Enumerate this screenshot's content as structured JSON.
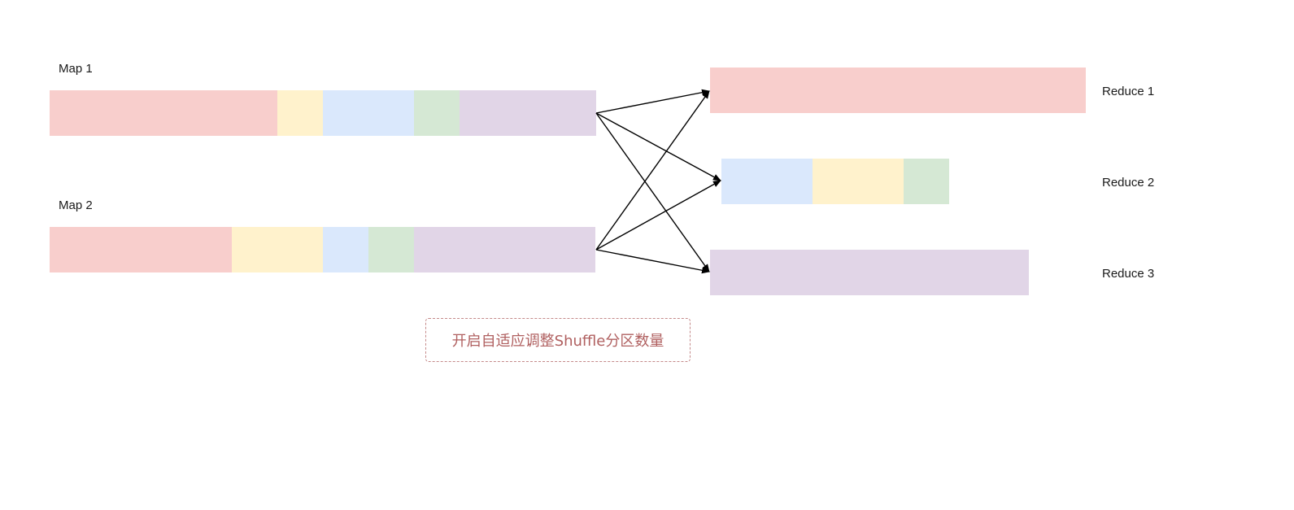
{
  "colors": {
    "red": "#f8cecc",
    "yellow": "#fff2cc",
    "blue": "#dae8fc",
    "green": "#d5e8d4",
    "purple": "#e1d5e7",
    "arrow": "#000000",
    "note_border": "#c58a8a",
    "note_text": "#b06060"
  },
  "maps": [
    {
      "label": "Map 1",
      "segments": [
        {
          "color": "red",
          "share": 0.417
        },
        {
          "color": "yellow",
          "share": 0.083
        },
        {
          "color": "blue",
          "share": 0.167
        },
        {
          "color": "green",
          "share": 0.083
        },
        {
          "color": "purple",
          "share": 0.25
        }
      ]
    },
    {
      "label": "Map 2",
      "segments": [
        {
          "color": "red",
          "share": 0.333
        },
        {
          "color": "yellow",
          "share": 0.167
        },
        {
          "color": "blue",
          "share": 0.083
        },
        {
          "color": "green",
          "share": 0.083
        },
        {
          "color": "purple",
          "share": 0.333
        }
      ]
    }
  ],
  "reduces": [
    {
      "label": "Reduce 1",
      "segments": [
        {
          "color": "red",
          "share": 1.0
        }
      ]
    },
    {
      "label": "Reduce 2",
      "segments": [
        {
          "color": "blue",
          "share": 0.4
        },
        {
          "color": "yellow",
          "share": 0.4
        },
        {
          "color": "green",
          "share": 0.2
        }
      ]
    },
    {
      "label": "Reduce 3",
      "segments": [
        {
          "color": "purple",
          "share": 1.0
        }
      ]
    }
  ],
  "note": {
    "text": "开启自适应调整Shuffle分区数量"
  }
}
